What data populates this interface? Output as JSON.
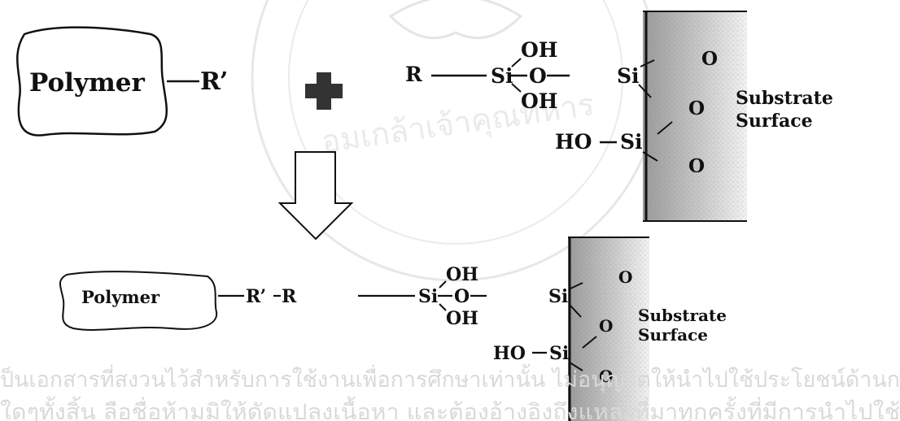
{
  "top": {
    "polymer_label": "Polymer",
    "r_prime": "R’",
    "r": "R",
    "si_left": "Si",
    "oh_top": "OH",
    "o_mid": "O",
    "oh_bottom": "OH",
    "si_right": "Si",
    "o_right_top": "O",
    "o_right_mid": "O",
    "o_right_bottom": "O",
    "ho": "HO",
    "si_lower": "Si",
    "substrate_line1": "Substrate",
    "substrate_line2": "Surface"
  },
  "bottom": {
    "polymer_label": "Polymer",
    "r_prime": "R’",
    "r": "R",
    "si_left": "Si",
    "oh_top": "OH",
    "o_mid": "O",
    "oh_bottom": "OH",
    "si_right": "Si",
    "o_right_top": "O",
    "o_right_mid": "O",
    "o_right_bottom": "O",
    "ho": "HO",
    "si_lower": "Si",
    "substrate_line1": "Substrate",
    "substrate_line2": "Surface"
  },
  "watermark": {
    "line1": "ป็นเอกสารที่สงวนไว้สำหรับการใช้งานเพื่อการศึกษาเท่านั้น ไม่อนุญาตให้นำไปใช้ประโยชน์ด้านก",
    "line2": "ใดๆทั้งสิ้น ลือชื่อห้ามมิให้ดัดแปลงเนื้อหา และต้องอ้างอิงถึงแหล่งที่มาทุกครั้งที่มีการนำไปใช้",
    "seal_text": "อมเกล้าเจ้าคุณทหาร"
  },
  "colors": {
    "ink": "#111111",
    "substrate_light": "#e8e8e8",
    "substrate_dark": "#9a9a9a",
    "watermark": "#d9d9d9"
  }
}
